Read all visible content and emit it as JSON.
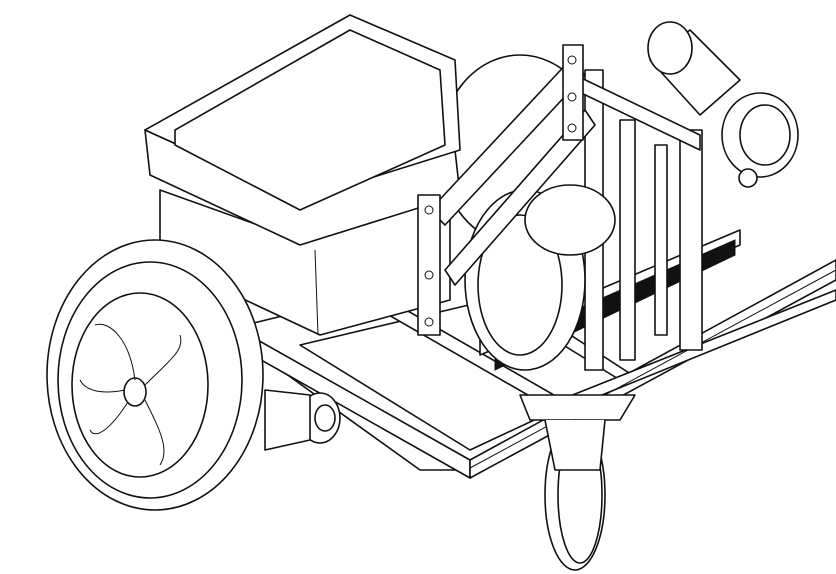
{
  "drawing": {
    "stroke_color": "#111111",
    "background_color": "#ffffff",
    "parts": [
      "battery-box",
      "rear-wheel",
      "caster-wheel",
      "aluminum-frame",
      "mast-bracket",
      "motor"
    ]
  }
}
